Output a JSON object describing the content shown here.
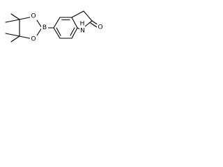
{
  "structure": {
    "atoms": {
      "boron": "B",
      "ring_oxygen_upper": "O",
      "ring_oxygen_lower": "O",
      "amide_nitrogen": "N",
      "amide_hydrogen": "H",
      "carbonyl_oxygen": "O"
    }
  }
}
